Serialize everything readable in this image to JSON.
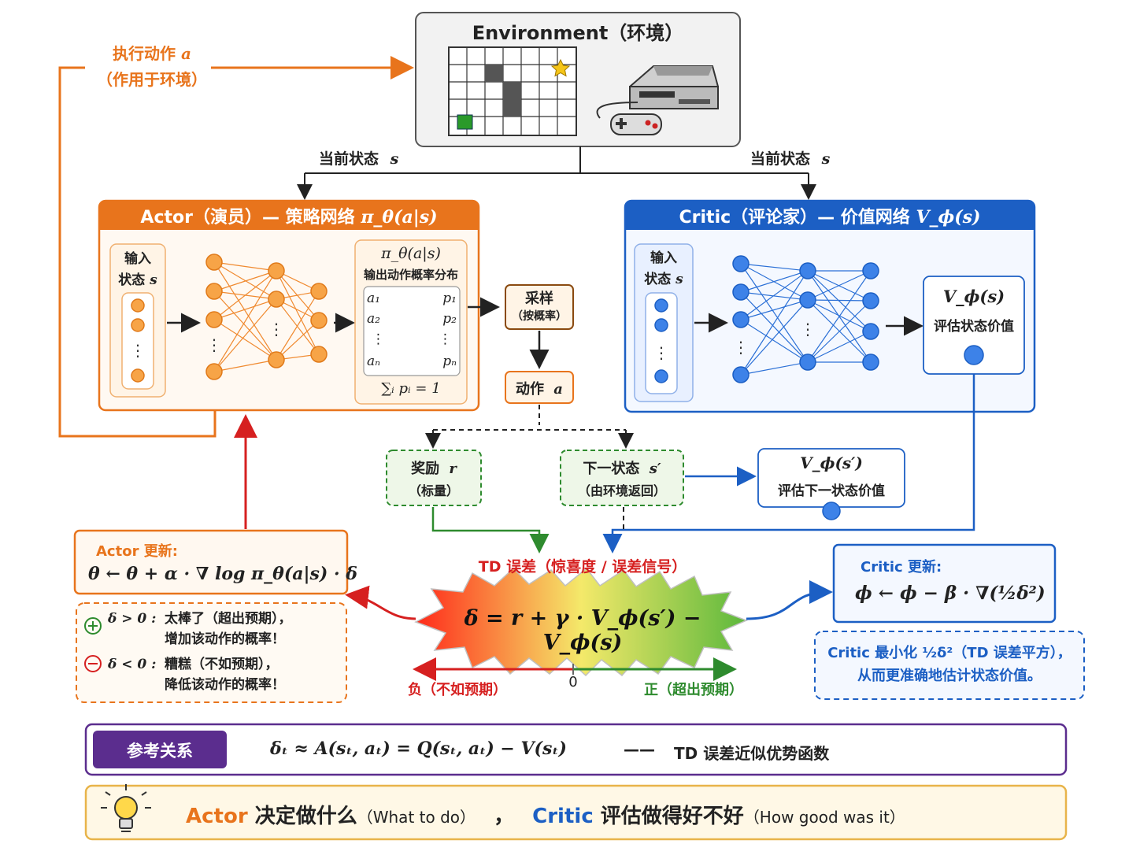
{
  "environment": {
    "title": "Environment（环境）"
  },
  "flow": {
    "execute_action": "执行动作",
    "execute_action_var": "a",
    "execute_action_sub": "（作用于环境）",
    "current_state": "当前状态",
    "current_state_var": "s"
  },
  "actor": {
    "header": "Actor（演员）— 策略网络",
    "header_math": "π_θ(a|s)",
    "input_label": "输入",
    "input_state": "状态",
    "input_state_var": "s",
    "policy_math": "π_θ(a|s)",
    "policy_caption": "输出动作概率分布",
    "actions": [
      {
        "a": "a₁",
        "p": "p₁"
      },
      {
        "a": "a₂",
        "p": "p₂"
      },
      {
        "a": "⋮",
        "p": "⋮"
      },
      {
        "a": "aₙ",
        "p": "pₙ"
      }
    ],
    "sum_formula": "∑ᵢ pᵢ = 1"
  },
  "sampling": {
    "title": "采样",
    "subtitle": "（按概率）"
  },
  "action": {
    "label": "动作",
    "var": "a"
  },
  "critic": {
    "header": "Critic（评论家）— 价值网络",
    "header_math": "V_ϕ(s)",
    "input_label": "输入",
    "input_state": "状态",
    "input_state_var": "s",
    "value_math": "V_ϕ(s)",
    "value_caption": "评估状态价值"
  },
  "reward": {
    "title": "奖励",
    "var": "r",
    "subtitle": "（标量）"
  },
  "next_state": {
    "title": "下一状态",
    "var": "s′",
    "subtitle": "（由环境返回）"
  },
  "next_value": {
    "math": "V_ϕ(s′)",
    "caption": "评估下一状态价值"
  },
  "td": {
    "title": "TD 误差（惊喜度 / 误差信号）",
    "formula": "δ = r + γ · V_ϕ(s′) − V_ϕ(s)",
    "negative": "负（不如预期）",
    "zero": "0",
    "positive": "正（超出预期）"
  },
  "actor_update": {
    "title": "Actor 更新:",
    "formula": "θ ← θ + α · ∇ log π_θ(a|s) · δ"
  },
  "actor_notes": [
    {
      "cond": "δ > 0 :",
      "line1": "太棒了（超出预期），",
      "line2": "增加该动作的概率！"
    },
    {
      "cond": "δ < 0 :",
      "line1": "糟糕（不如预期），",
      "line2": "降低该动作的概率！"
    }
  ],
  "critic_update": {
    "title": "Critic 更新:",
    "formula": "ϕ ← ϕ − β · ∇(½δ²)"
  },
  "critic_note": {
    "line1": "Critic 最小化 ½δ²（TD 误差平方），",
    "line2": "从而更准确地估计状态价值。"
  },
  "reference": {
    "badge": "参考关系",
    "formula": "δₜ  ≈  A(sₜ, aₜ) = Q(sₜ, aₜ) −  V(sₜ)",
    "dash": "——",
    "desc": "TD 误差近似优势函数"
  },
  "summary": {
    "actor_word": "Actor",
    "actor_text": "决定做什么",
    "actor_en": "（What to do）",
    "sep": "，",
    "critic_word": "Critic",
    "critic_text": "评估做得好不好",
    "critic_en": "（How good was it）"
  },
  "colors": {
    "orange": "#e8741c",
    "blue": "#1c5fc4",
    "green": "#2e8b2e",
    "red": "#d62020",
    "purple": "#5b2d8e"
  }
}
